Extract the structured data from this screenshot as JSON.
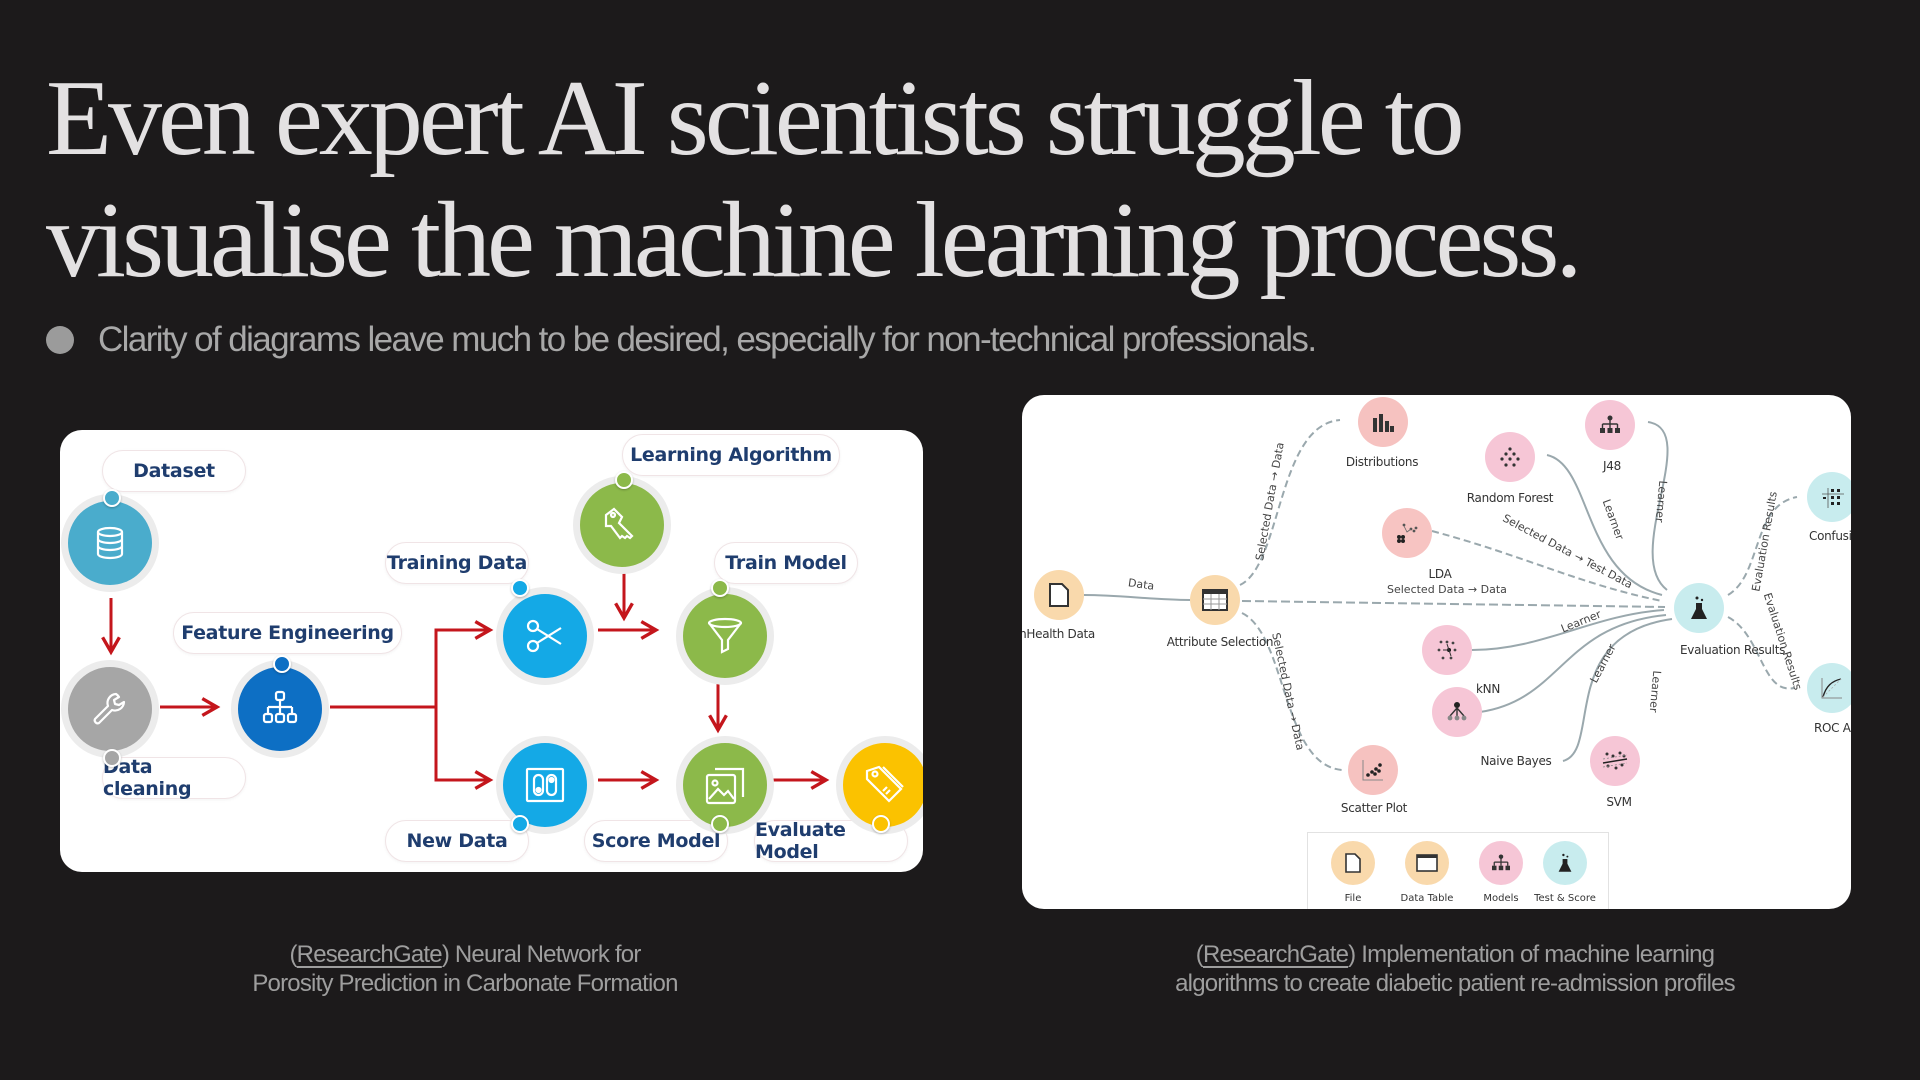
{
  "slide": {
    "title_lines": [
      "Even expert AI scientists struggle to",
      "visualise the machine learning process."
    ],
    "bullet": "Clarity of diagrams leave much to be desired, especially for non-technical professionals."
  },
  "left_figure": {
    "labels": {
      "dataset": "Dataset",
      "data_cleaning": "Data cleaning",
      "feature_engineering": "Feature Engineering",
      "training_data": "Training Data",
      "new_data": "New Data",
      "learning_algorithm": "Learning Algorithm",
      "train_model": "Train Model",
      "score_model": "Score Model",
      "evaluate_model": "Evaluate Model"
    },
    "colors": {
      "dataset": "#4aaccc",
      "cleaning": "#a6a6a6",
      "feature": "#0d6fc4",
      "data": "#14a9e6",
      "model": "#8cb94a",
      "evaluate": "#fbc200",
      "arrow": "#c4161c",
      "label": "#1f3d6e"
    },
    "caption": {
      "open": "(",
      "link": "ResearchGate",
      "rest": ") Neural Network for",
      "line2": "Porosity Prediction in Carbonate Formation"
    }
  },
  "right_figure": {
    "nodes": {
      "mhealth": "mHealth Data",
      "attribute_selection": "Attribute Selection",
      "distributions": "Distributions",
      "scatter_plot": "Scatter Plot",
      "random_forest": "Random Forest",
      "j48": "J48",
      "lda": "LDA",
      "knn": "kNN",
      "naive_bayes": "Naive Bayes",
      "svm": "SVM",
      "evaluation_results": "Evaluation Results",
      "confusion_matrix": "Confusion Matrix",
      "roc_analysis": "ROC Analysis"
    },
    "edges": {
      "data": "Data",
      "selected_data_data": "Selected Data → Data",
      "selected_data_test": "Selected Data → Test Data",
      "learner": "Learner",
      "evaluation_results": "Evaluation Results"
    },
    "legend": [
      "File",
      "Data Table",
      "Models",
      "Test & Score"
    ],
    "colors": {
      "data_node": "#f9d9ac",
      "model_node": "#f6c6d6",
      "lda_node": "#f7c4c2",
      "viz_node": "#f6c2c0",
      "eval_node": "#c8ecee",
      "edge": "#9aa8ad"
    },
    "caption": {
      "open": "(",
      "link": "ResearchGate",
      "rest": ") Implementation of machine learning",
      "line2": "algorithms to create diabetic patient re-admission profiles"
    }
  }
}
